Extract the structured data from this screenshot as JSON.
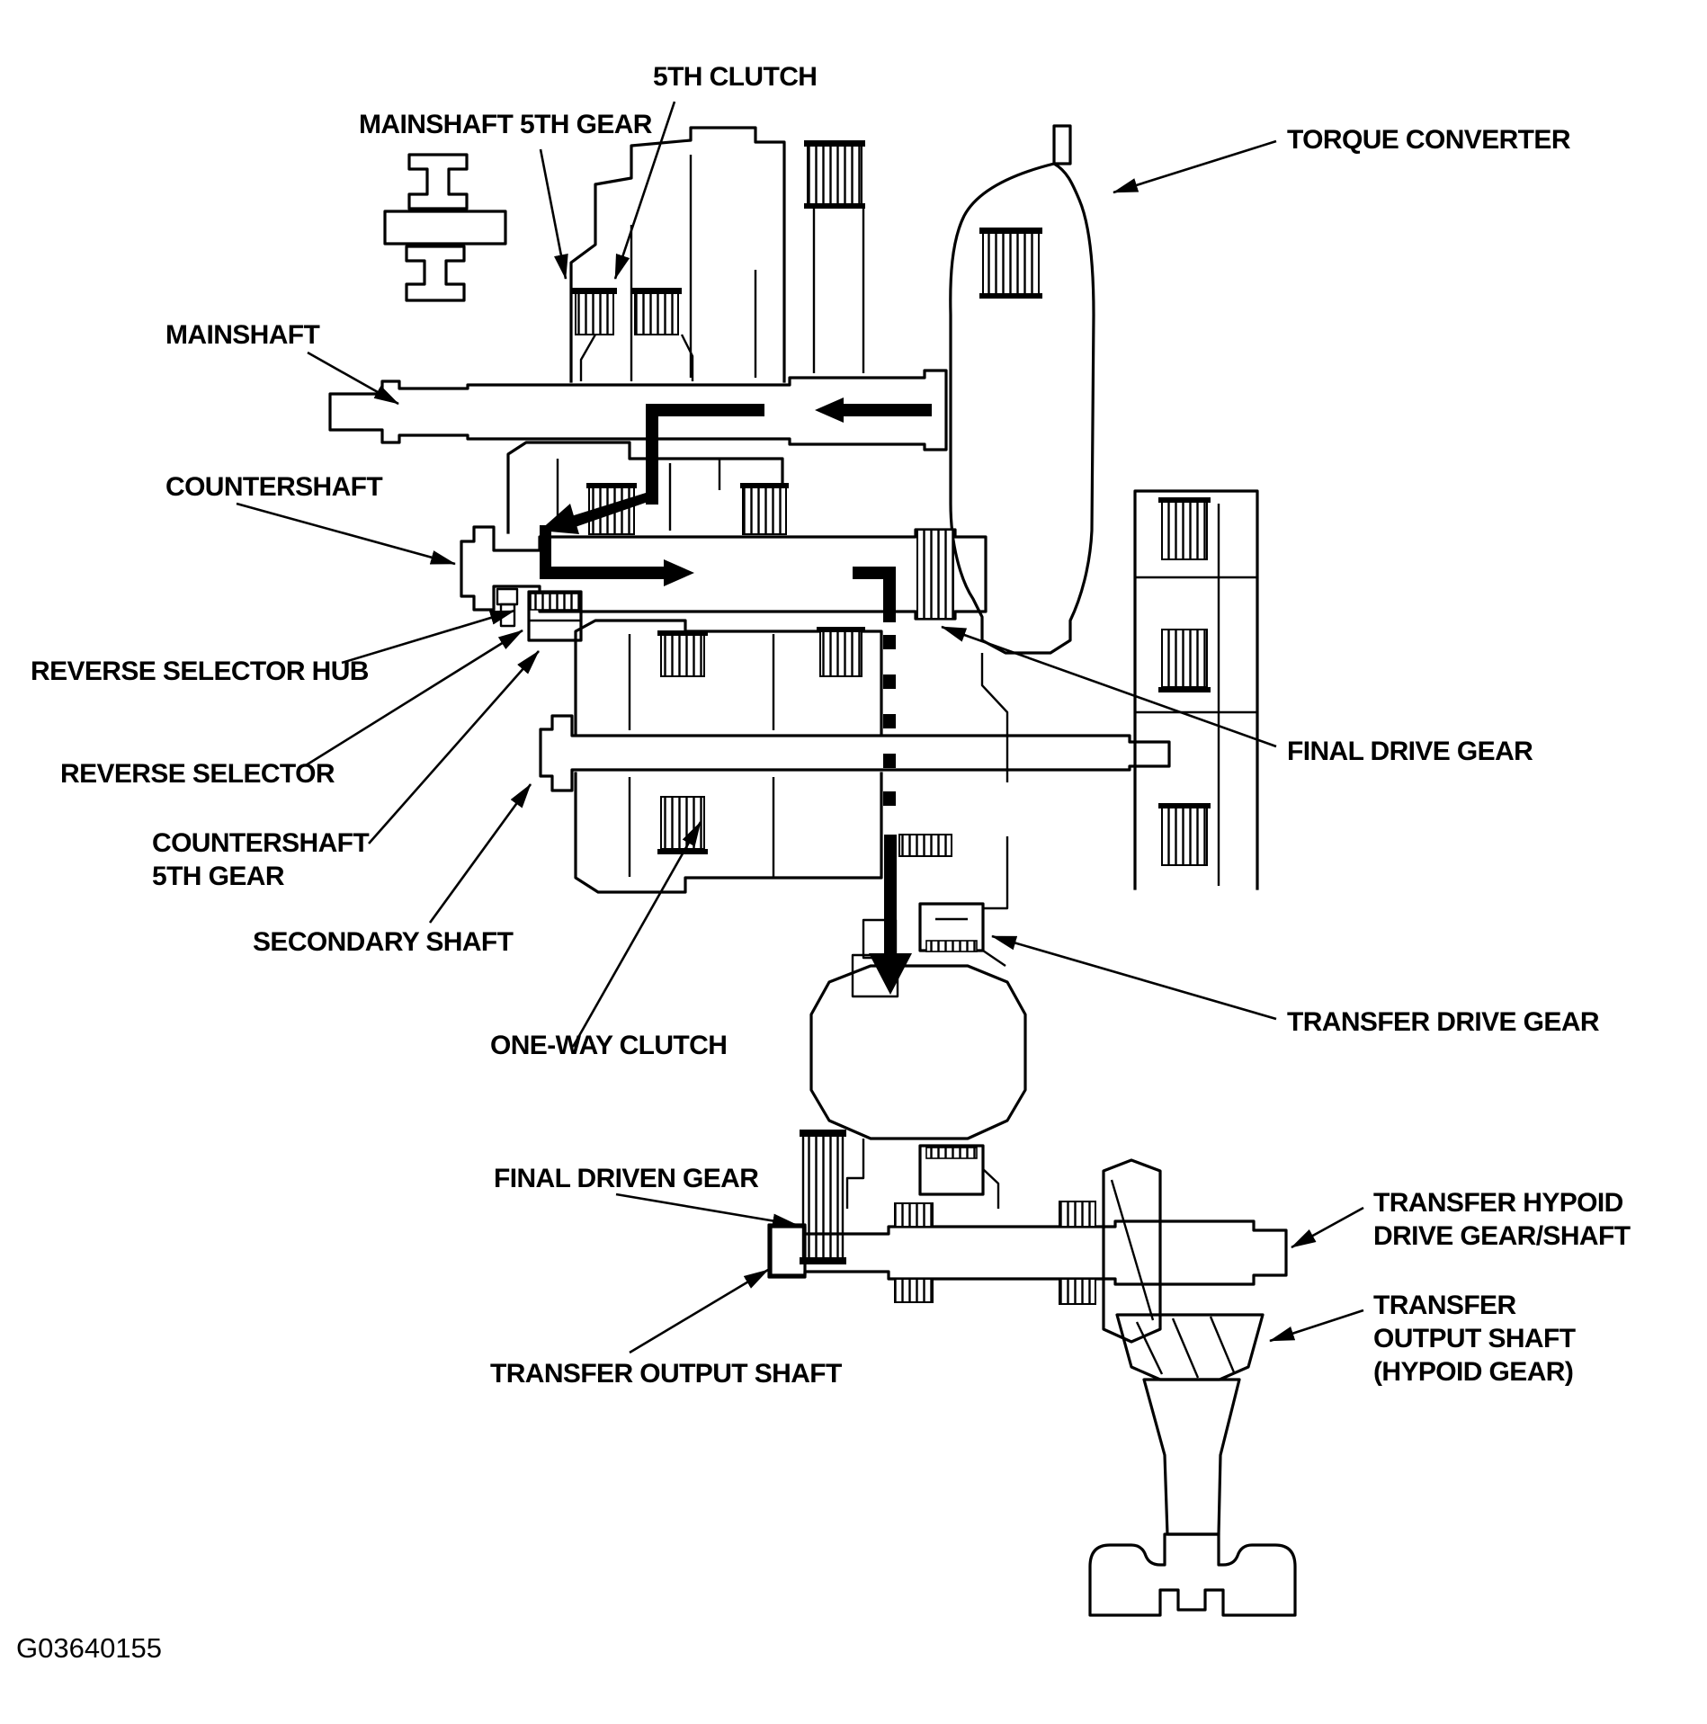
{
  "colors": {
    "ink": "#000000",
    "paper": "#ffffff"
  },
  "figure": {
    "code": "G03640155"
  },
  "labels": {
    "fifth_clutch": {
      "line1": "5TH CLUTCH"
    },
    "mainshaft_5th_gear": {
      "line1": "MAINSHAFT 5TH GEAR"
    },
    "torque_converter": {
      "line1": "TORQUE CONVERTER"
    },
    "mainshaft": {
      "line1": "MAINSHAFT"
    },
    "countershaft": {
      "line1": "COUNTERSHAFT"
    },
    "reverse_selector_hub": {
      "line1": "REVERSE SELECTOR HUB"
    },
    "reverse_selector": {
      "line1": "REVERSE SELECTOR"
    },
    "countershaft_5th_gear": {
      "line1": "COUNTERSHAFT",
      "line2": "5TH GEAR"
    },
    "secondary_shaft": {
      "line1": "SECONDARY SHAFT"
    },
    "one_way_clutch": {
      "line1": "ONE-WAY CLUTCH"
    },
    "final_drive_gear": {
      "line1": "FINAL DRIVE GEAR"
    },
    "transfer_drive_gear": {
      "line1": "TRANSFER DRIVE GEAR"
    },
    "final_driven_gear": {
      "line1": "FINAL DRIVEN GEAR"
    },
    "transfer_hypoid": {
      "line1": "TRANSFER HYPOID",
      "line2": "DRIVE GEAR/SHAFT"
    },
    "transfer_output_shaft": {
      "line1": "TRANSFER OUTPUT SHAFT"
    },
    "transfer_output_shaft_hypoid": {
      "line1": "TRANSFER",
      "line2": "OUTPUT SHAFT",
      "line3": "(HYPOID GEAR)"
    }
  }
}
